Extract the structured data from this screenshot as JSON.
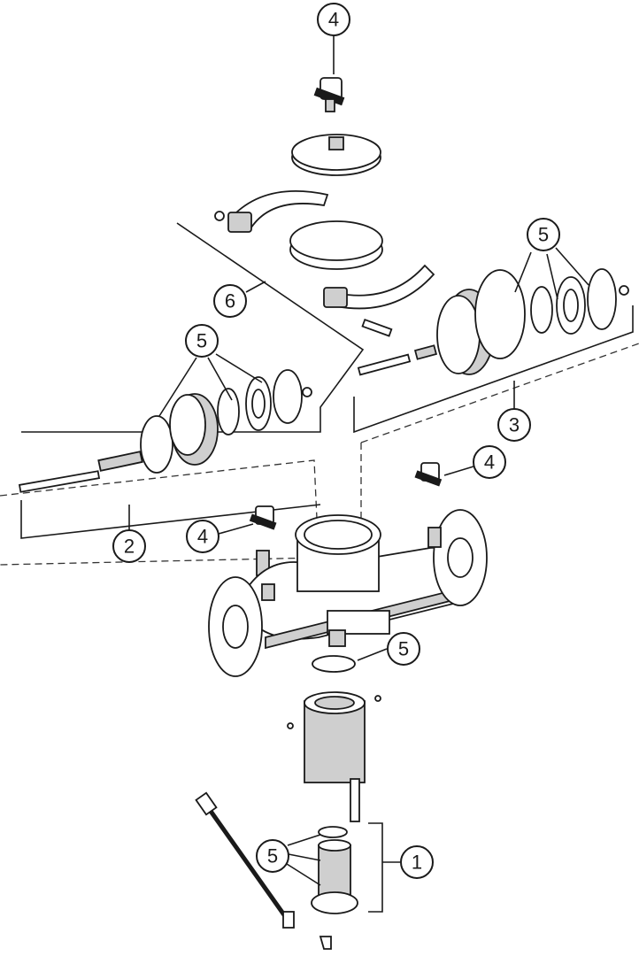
{
  "diagram": {
    "type": "exploded-parts-view",
    "callouts": [
      {
        "id": "c-top-4",
        "label": "4"
      },
      {
        "id": "c-right-5",
        "label": "5"
      },
      {
        "id": "c-clamp-6",
        "label": "6"
      },
      {
        "id": "c-left-5",
        "label": "5"
      },
      {
        "id": "c-right-3",
        "label": "3"
      },
      {
        "id": "c-right-4",
        "label": "4"
      },
      {
        "id": "c-left-4",
        "label": "4"
      },
      {
        "id": "c-left-2",
        "label": "2"
      },
      {
        "id": "c-bottom-oring-5",
        "label": "5"
      },
      {
        "id": "c-lower-5",
        "label": "5"
      },
      {
        "id": "c-bottom-1",
        "label": "1"
      }
    ]
  }
}
